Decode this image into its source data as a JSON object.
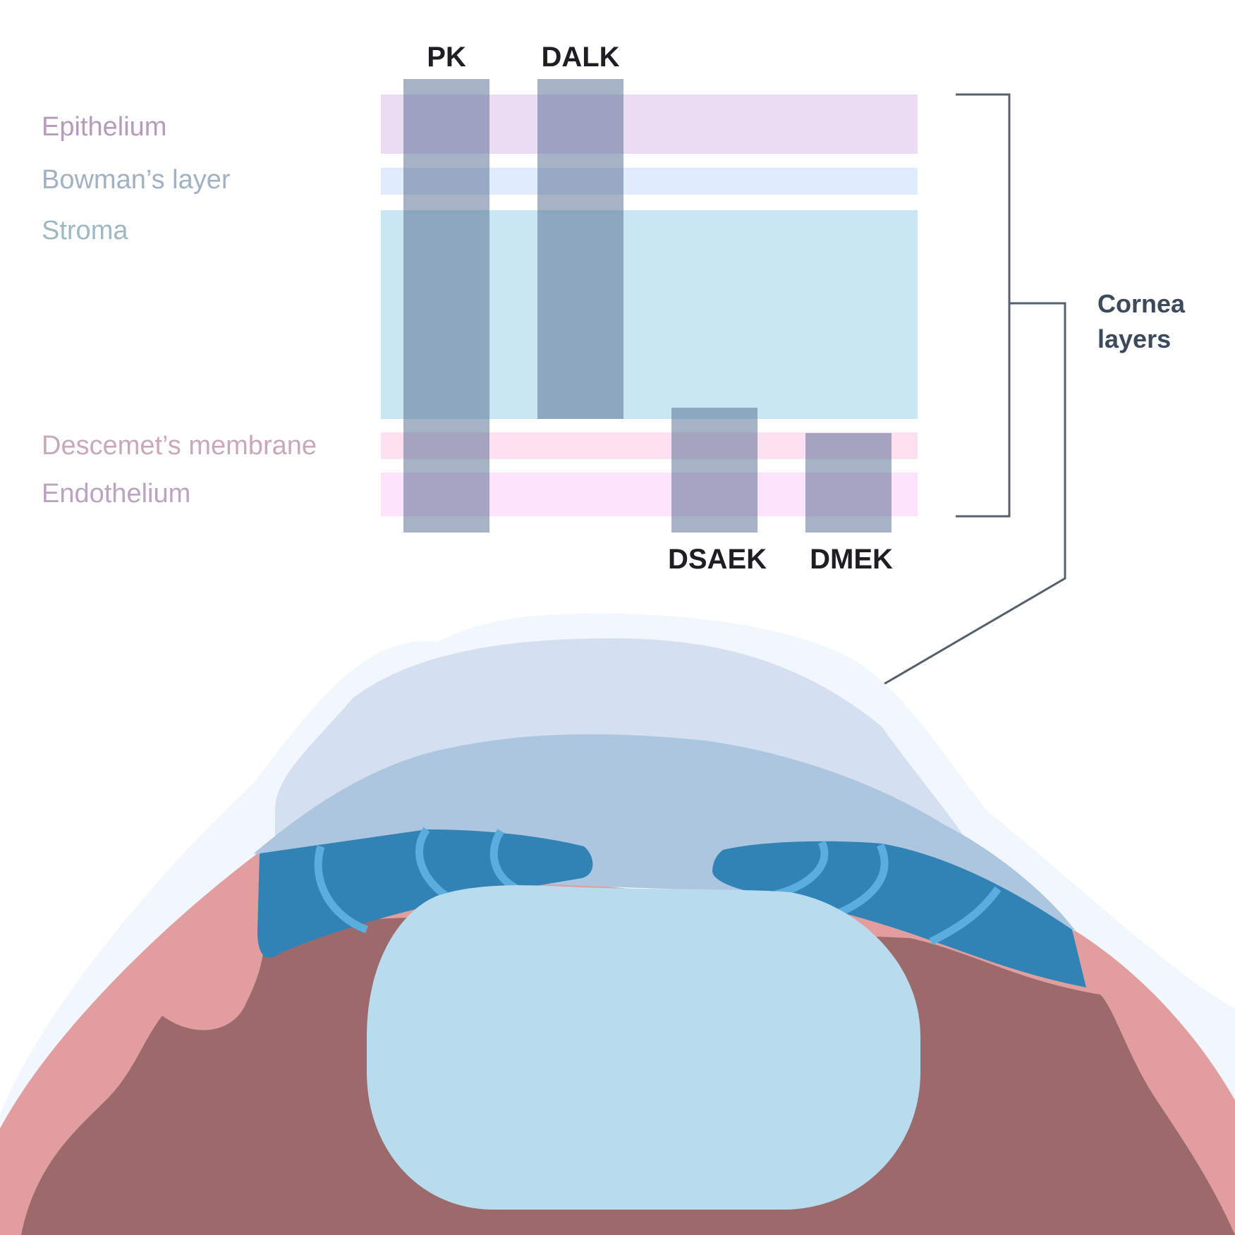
{
  "layers": [
    {
      "id": "epithelium",
      "label": "Epithelium",
      "color": "#ecdcf3",
      "label_color": "#b59cbd"
    },
    {
      "id": "bowman",
      "label": "Bowman’s layer",
      "color": "#e0ecfb",
      "label_color": "#a2b2c2"
    },
    {
      "id": "stroma",
      "label": "Stroma",
      "color": "#c8e7f3",
      "label_color": "#9fb8c2"
    },
    {
      "id": "descemet",
      "label": "Descemet’s membrane",
      "color": "#fde1f0",
      "label_color": "#c7a9b8"
    },
    {
      "id": "endothelium",
      "label": "Endothelium",
      "color": "#fde3fb",
      "label_color": "#bca3c4"
    }
  ],
  "procedures": [
    {
      "id": "pk",
      "label": "PK",
      "removes": [
        "Epithelium",
        "Bowman’s layer",
        "Stroma",
        "Descemet’s membrane",
        "Endothelium"
      ]
    },
    {
      "id": "dalk",
      "label": "DALK",
      "removes": [
        "Epithelium",
        "Bowman’s layer",
        "Stroma"
      ]
    },
    {
      "id": "dsaek",
      "label": "DSAEK",
      "removes": [
        "Descemet’s membrane",
        "Endothelium"
      ]
    },
    {
      "id": "dmek",
      "label": "DMEK",
      "removes": [
        "Descemet’s membrane",
        "Endothelium"
      ]
    }
  ],
  "callout": {
    "line1": "Cornea",
    "line2": "layers"
  },
  "colors": {
    "procedure_bar": "#5d7396",
    "bracket": "#56606c",
    "cornea_outer": "#f2f6fd",
    "cornea_inner": "#d4dfef",
    "anterior_chamber": "#adc6e0",
    "iris": "#3183b6",
    "iris_line": "#5aaede",
    "lens": "#b8dced",
    "sclera": "#e29e9e",
    "choroid": "#9c6a6a"
  }
}
